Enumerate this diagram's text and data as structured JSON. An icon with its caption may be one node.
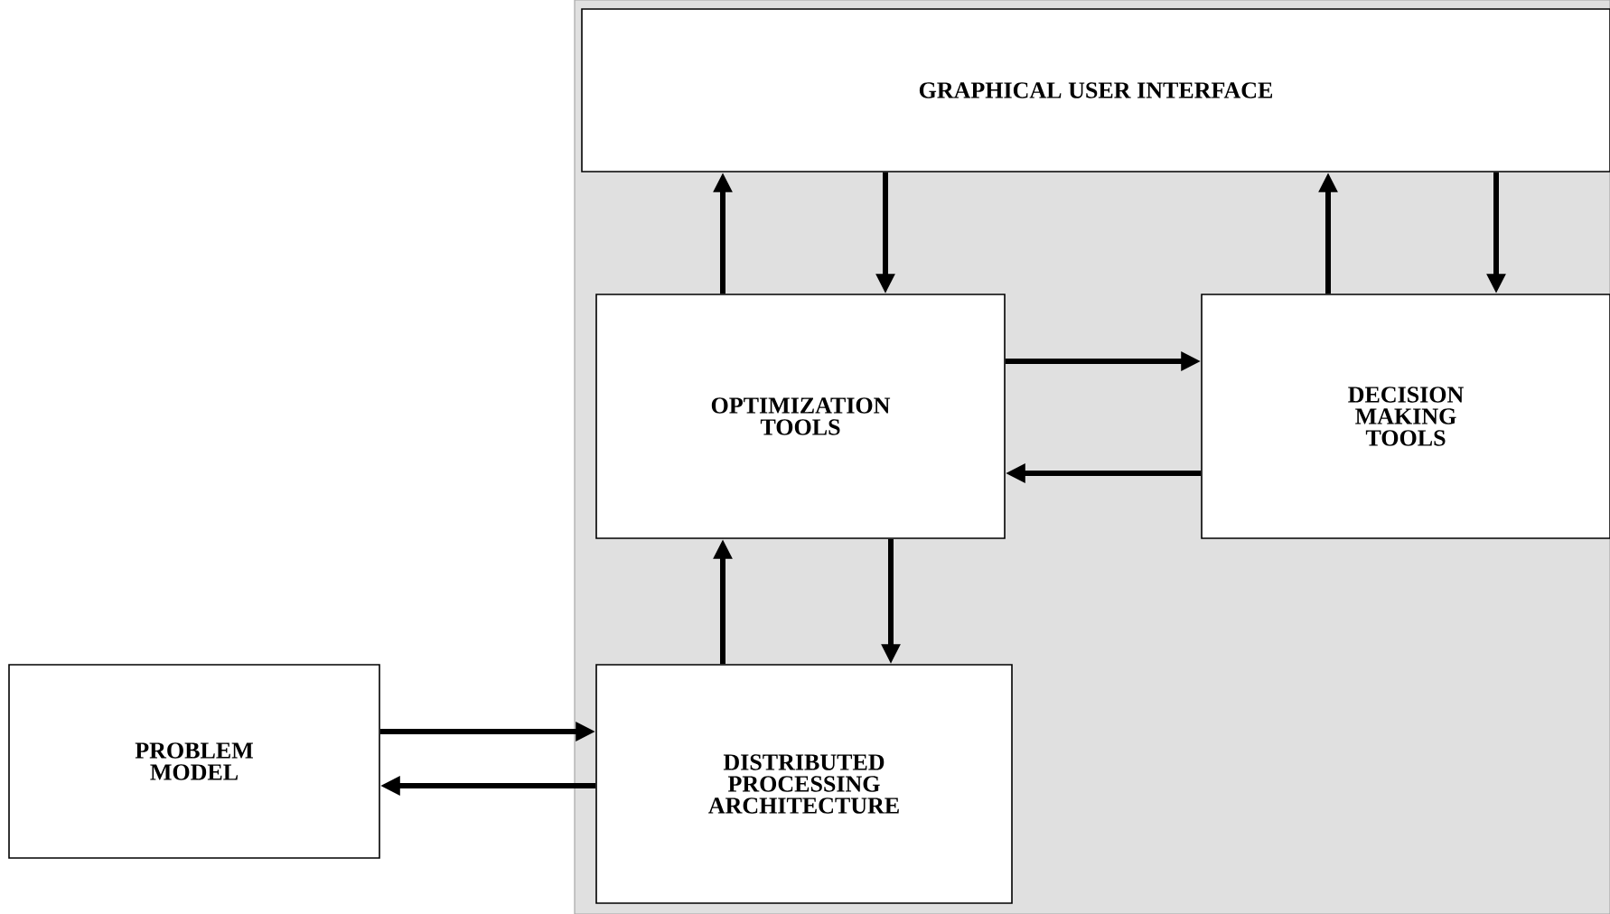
{
  "diagram": {
    "nodes": [
      {
        "text": [],
        "shape": "box"
      },
      {
        "text": [
          "GRAPHICAL USER INTERFACE"
        ],
        "in": 0
      },
      {
        "text": [
          "OPTIMIZATION TOOLS"
        ],
        "in": 0
      },
      {
        "text": [
          "DECISION MAKING TOOLS"
        ],
        "in": 0
      },
      {
        "text": [
          "PROBLEM MODEL"
        ]
      },
      {
        "text": [
          "DISTRIBUTED PROCESSING ARCHITECTURE"
        ],
        "in": 0
      }
    ],
    "edges": [
      {
        "from": 2,
        "to": 1,
        "arrow": "to"
      },
      {
        "from": 1,
        "to": 2,
        "arrow": "to"
      },
      {
        "from": 3,
        "to": 1,
        "arrow": "to"
      },
      {
        "from": 1,
        "to": 3,
        "arrow": "to"
      },
      {
        "from": 2,
        "to": 3,
        "arrow": "to"
      },
      {
        "from": 3,
        "to": 2,
        "arrow": "to"
      },
      {
        "from": 5,
        "to": 2,
        "arrow": "to"
      },
      {
        "from": 2,
        "to": 5,
        "arrow": "to"
      },
      {
        "from": 4,
        "to": 5,
        "arrow": "to"
      },
      {
        "from": 5,
        "to": 4,
        "arrow": "to"
      }
    ]
  }
}
